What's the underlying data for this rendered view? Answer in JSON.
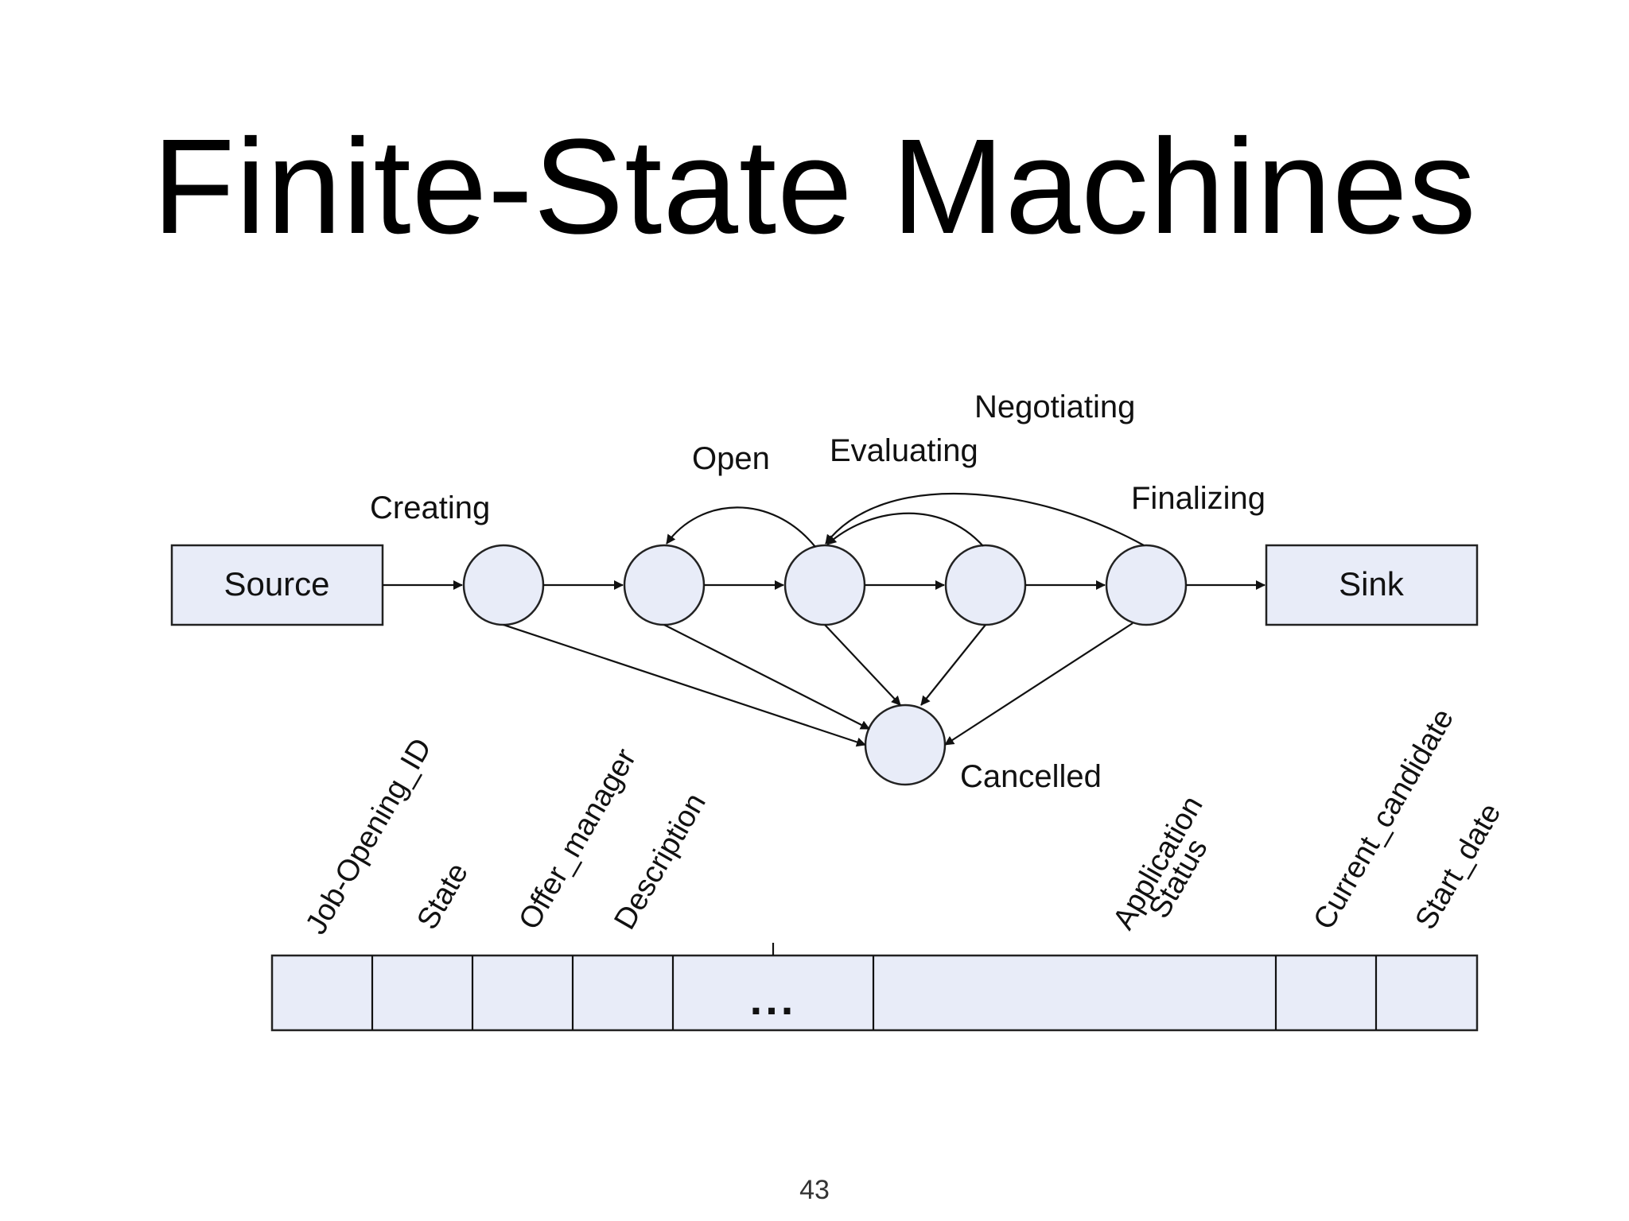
{
  "slide": {
    "title": "Finite-State Machines",
    "page_number": "43"
  },
  "diagram": {
    "nodes": {
      "source": "Source",
      "sink": "Sink",
      "creating": "Creating",
      "open": "Open",
      "evaluating": "Evaluating",
      "negotiating": "Negotiating",
      "finalizing": "Finalizing",
      "cancelled": "Cancelled"
    }
  },
  "table": {
    "columns": {
      "job_opening_id": "Job-Opening_ID",
      "state": "State",
      "offer_manager": "Offer_manager",
      "description": "Description",
      "ellipsis": "...",
      "application": "Application",
      "status": "Status",
      "current_candidate": "Current_candidate",
      "start_date": "Start_date"
    }
  },
  "colors": {
    "node_fill": "#e8ecf8",
    "stroke": "#222222"
  }
}
